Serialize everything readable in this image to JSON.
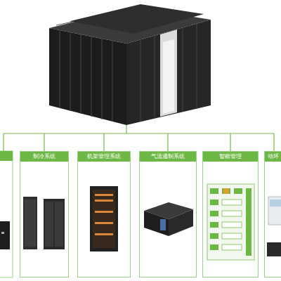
{
  "diagram": {
    "nodes": [
      {
        "text": [
          "制冷系统"
        ]
      },
      {
        "text": [
          "机架管理系统"
        ]
      },
      {
        "text": [
          "气流遏制系统"
        ]
      },
      {
        "text": [
          "智能管理"
        ]
      },
      {
        "text": [
          "动环"
        ]
      }
    ]
  }
}
